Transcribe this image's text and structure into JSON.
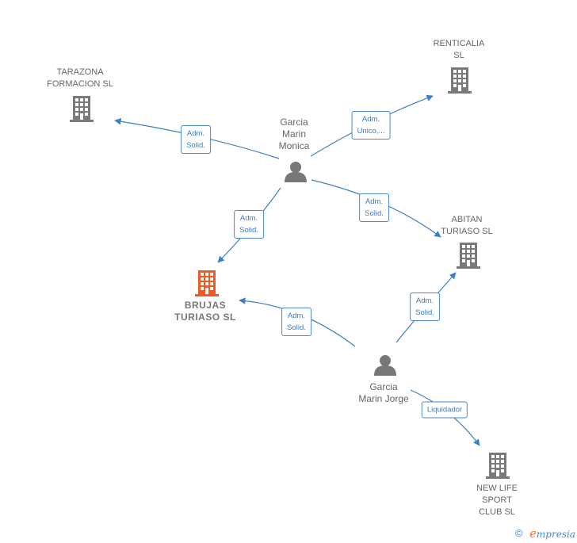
{
  "nodes": {
    "tarazona": {
      "label": "TARAZONA\nFORMACION SL"
    },
    "renticalia": {
      "label": "RENTICALIA\nSL"
    },
    "abitan": {
      "label": "ABITAN\nTURIASO SL"
    },
    "brujas": {
      "label": "BRUJAS\nTURIASO  SL"
    },
    "newlife": {
      "label": "NEW LIFE\nSPORT\nCLUB SL"
    },
    "monica": {
      "label": "Garcia\nMarin\nMonica"
    },
    "jorge": {
      "label": "Garcia\nMarin Jorge"
    }
  },
  "edges": {
    "monica_tarazona": "Adm.\nSolid.",
    "monica_renticalia": "Adm.\nUnico,...",
    "monica_abitan": "Adm.\nSolid.",
    "monica_brujas": "Adm.\nSolid.",
    "jorge_brujas": "Adm.\nSolid.",
    "jorge_abitan": "Adm.\nSolid.",
    "jorge_newlife": "Liquidador"
  },
  "footer": {
    "copyright_symbol": "©",
    "brand_initial": "e",
    "brand_rest": "mpresia"
  },
  "colors": {
    "edge": "#3b7fc4",
    "company": "#7a7a7a",
    "company_main": "#f05a28",
    "person": "#777777"
  }
}
